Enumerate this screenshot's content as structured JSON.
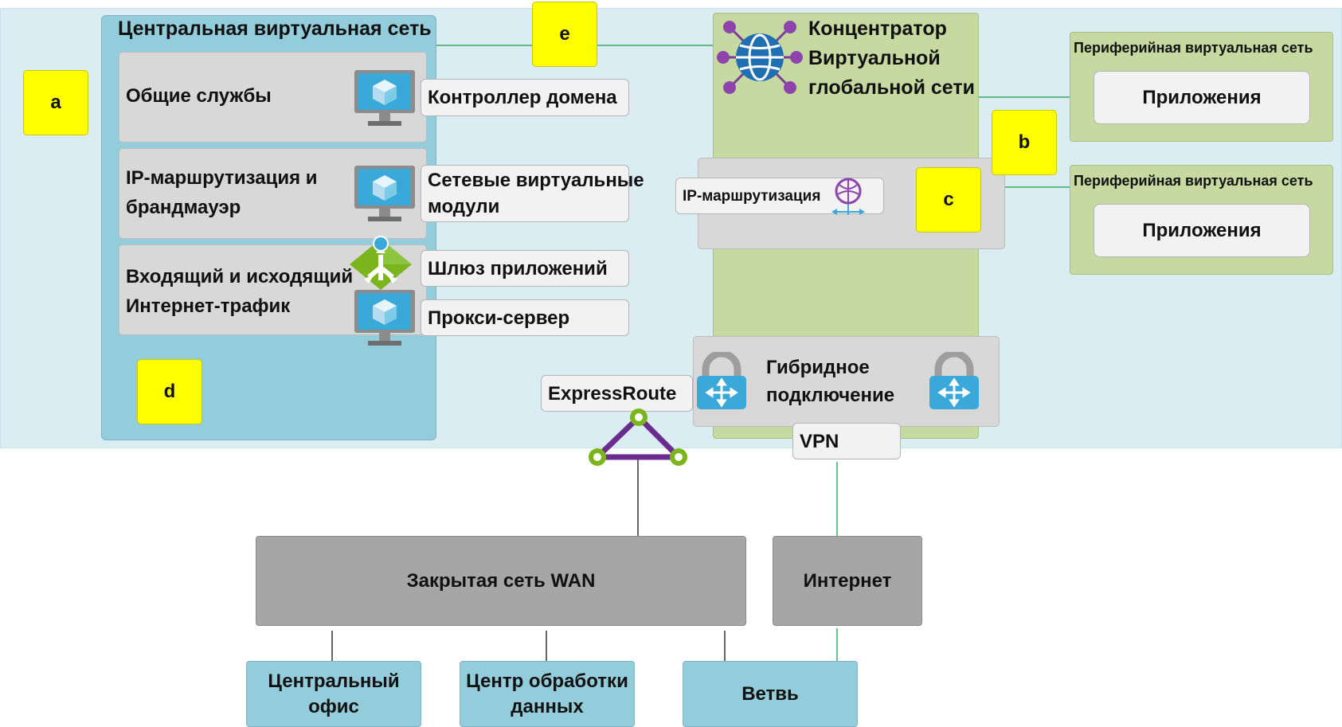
{
  "labels": {
    "a": "a",
    "b": "b",
    "c": "c",
    "d": "d",
    "e": "e"
  },
  "hub": {
    "title": "Центральная виртуальная сеть",
    "shared_services": "Общие службы",
    "ip_routing_line1": "IP-маршрутизация и",
    "ip_routing_line2": "брандмауэр",
    "traffic_line1": "Входящий и исходящий",
    "traffic_line2": "Интернет-трафик"
  },
  "callouts": {
    "domain_controller": "Контроллер домена",
    "nva_line1": "Сетевые виртуальные",
    "nva_line2": "модули",
    "app_gateway": "Шлюз приложений",
    "proxy": "Прокси-сервер",
    "expressroute": "ExpressRoute",
    "vpn": "VPN"
  },
  "virtual_wan": {
    "title_line1": "Концентратор",
    "title_line2": "Виртуальной",
    "title_line3": "глобальной сети",
    "ip_routing": "IP-маршрутизация",
    "hybrid_line1": "Гибридное",
    "hybrid_line2": "подключение"
  },
  "spokes": [
    {
      "title": "Периферийная виртуальная сеть",
      "app": "Приложения"
    },
    {
      "title": "Периферийная виртуальная сеть",
      "app": "Приложения"
    }
  ],
  "onprem": {
    "private_wan": "Закрытая сеть WAN",
    "internet": "Интернет",
    "head_office_line1": "Центральный",
    "head_office_line2": "офис",
    "datacenter_line1": "Центр обработки",
    "datacenter_line2": "данных",
    "branch": "Ветвь"
  },
  "colors": {
    "background_area": "#daedf3",
    "hub_blue": "#93cddc",
    "wan_green": "#c5d9a0",
    "label_yellow": "#ffff00",
    "connector_green": "#3caa5c",
    "expressroute_purple": "#6b2c8f",
    "expressroute_node": "#7ab51d"
  }
}
